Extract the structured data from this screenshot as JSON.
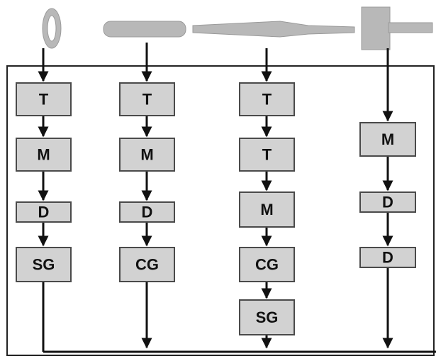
{
  "parts": [
    {
      "icon": "ring-part-icon"
    },
    {
      "icon": "cylinder-part-icon"
    },
    {
      "icon": "shaft-part-icon"
    },
    {
      "icon": "flanged-block-part-icon"
    }
  ],
  "flows": [
    {
      "steps": [
        "T",
        "M",
        "D",
        "SG"
      ]
    },
    {
      "steps": [
        "T",
        "M",
        "D",
        "CG"
      ]
    },
    {
      "steps": [
        "T",
        "T",
        "M",
        "CG",
        "SG"
      ]
    },
    {
      "steps": [
        "M",
        "D",
        "D"
      ]
    }
  ]
}
